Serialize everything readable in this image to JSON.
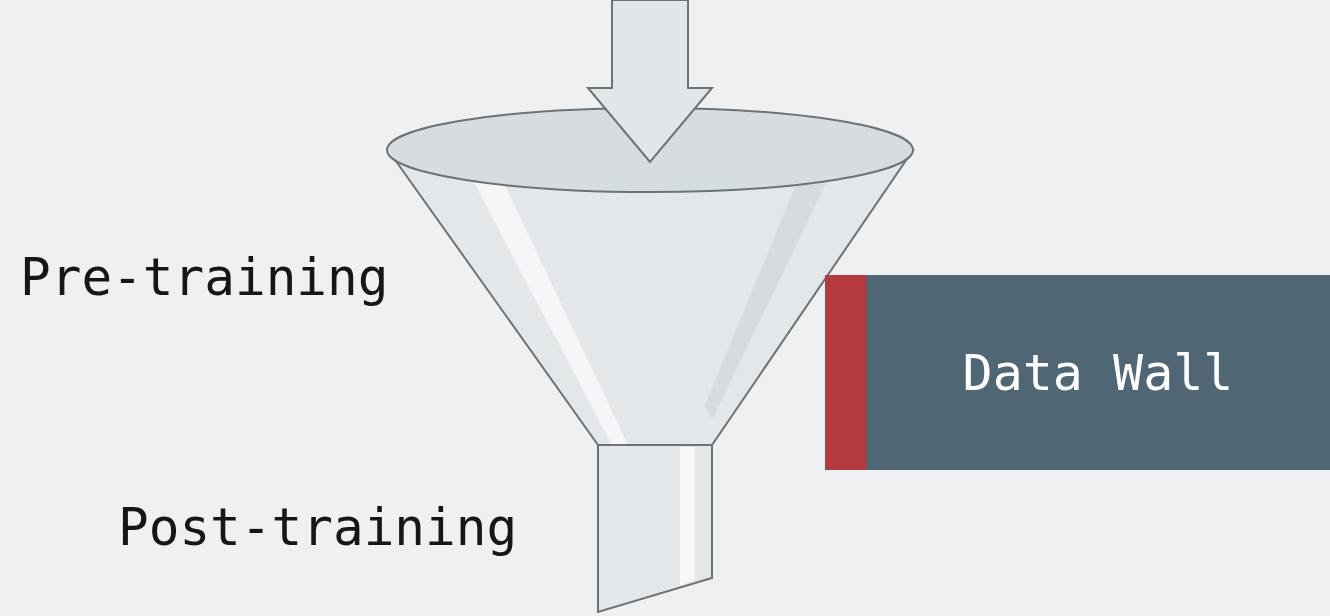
{
  "diagram": {
    "nodes": [
      {
        "text": [
          "Data Wall"
        ]
      }
    ],
    "labels": [
      "Pre-training",
      "Post-training"
    ]
  }
}
